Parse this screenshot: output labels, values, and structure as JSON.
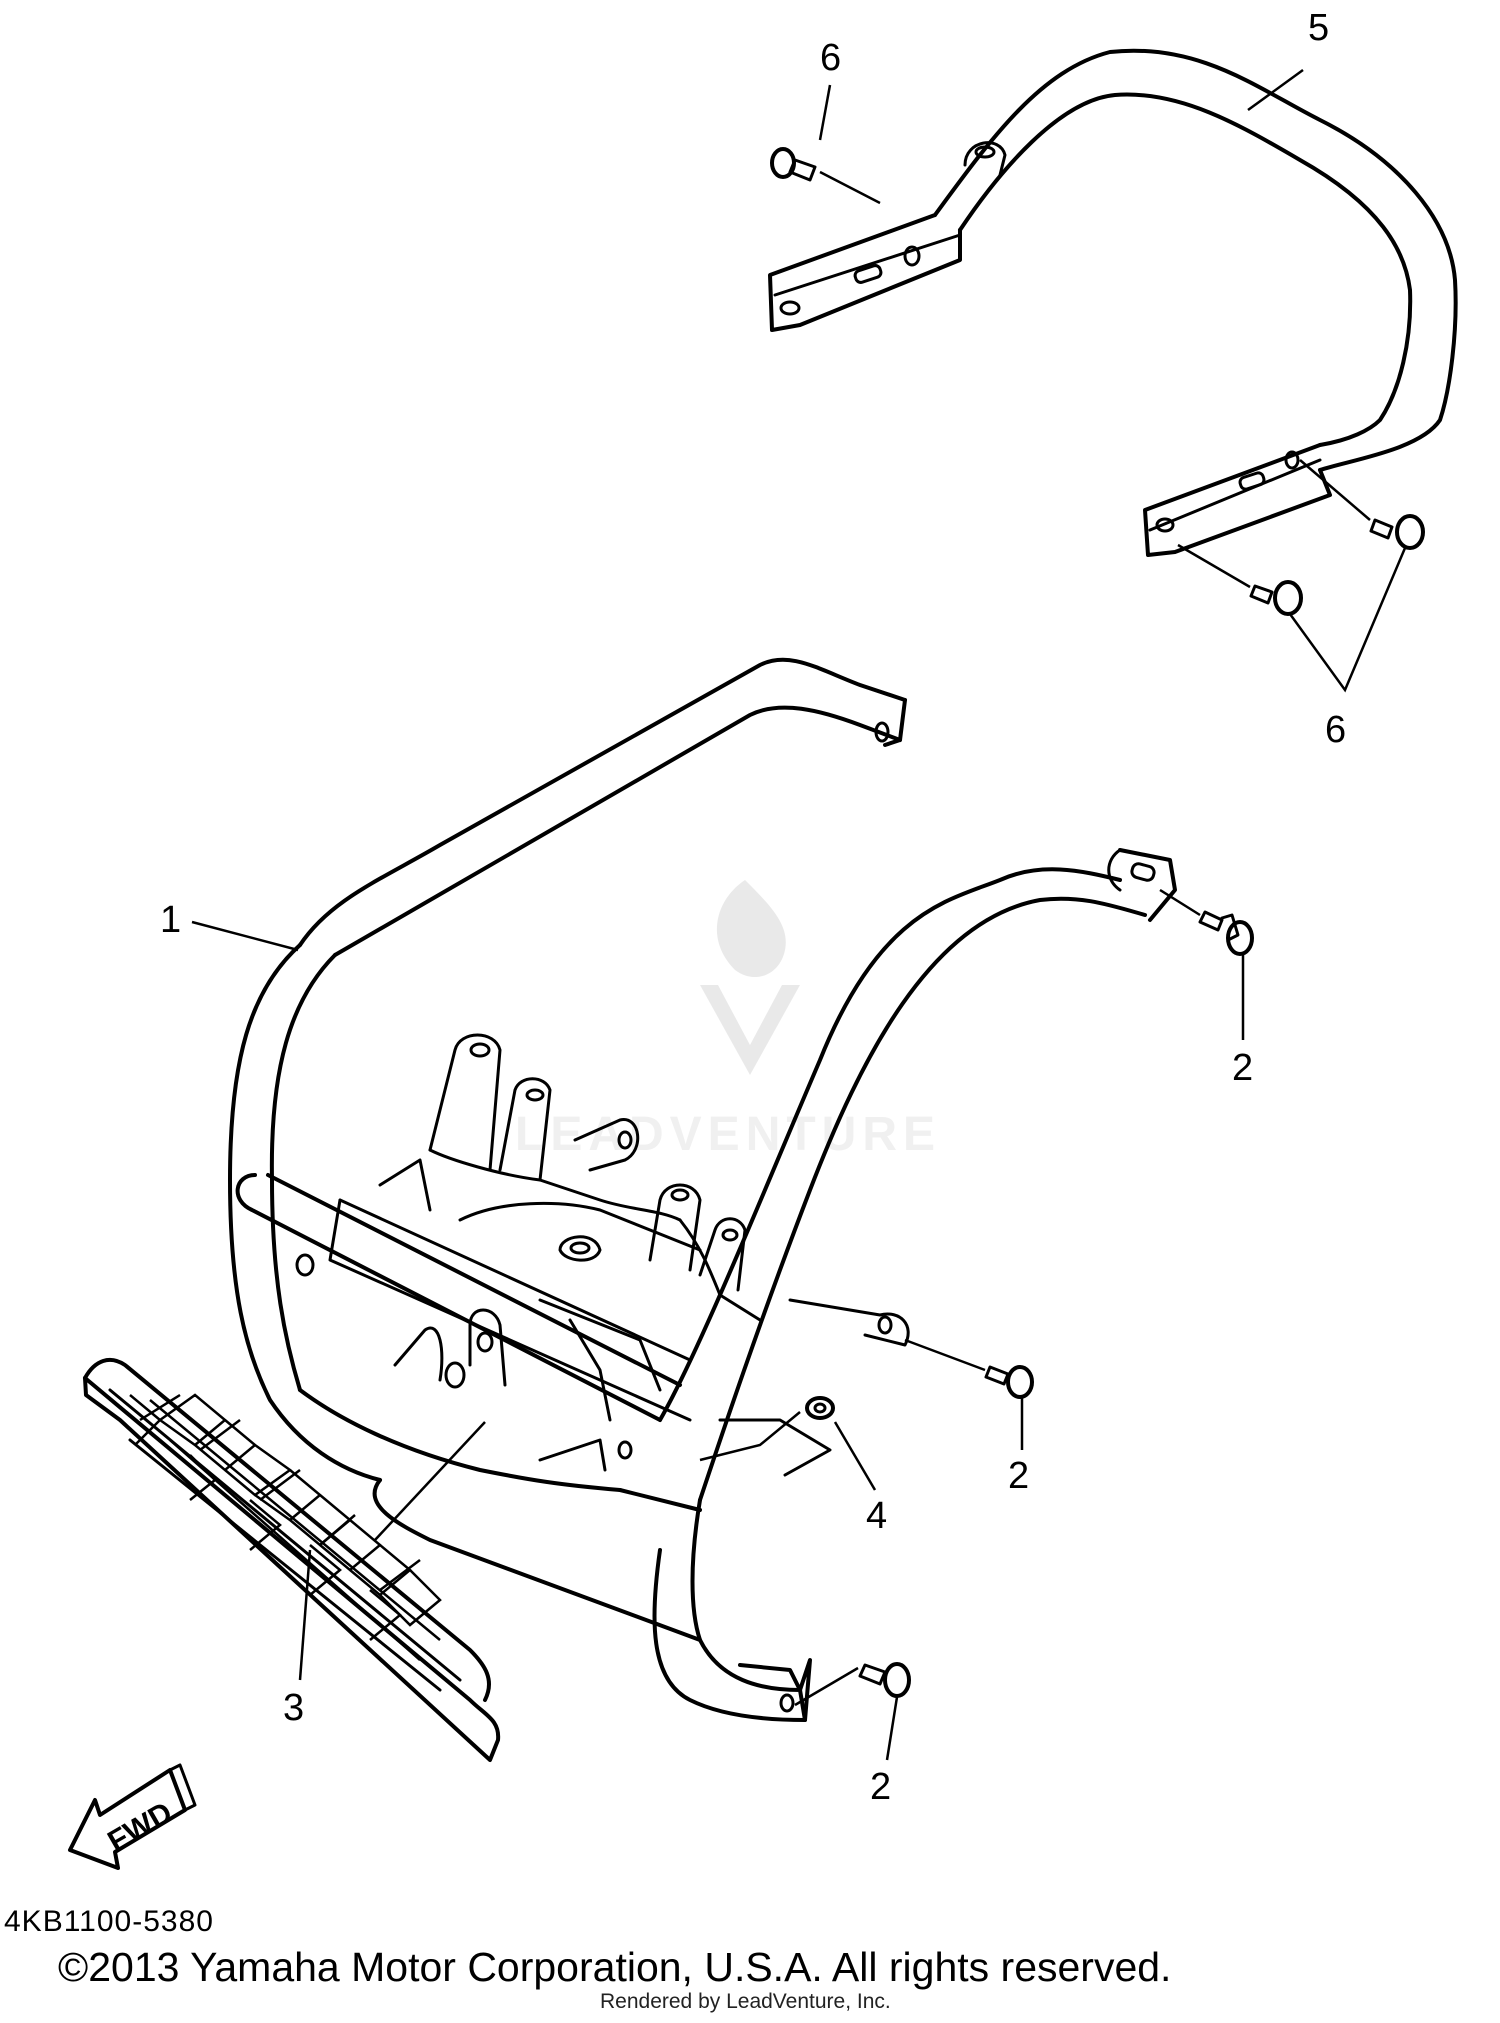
{
  "callouts": {
    "c1": "1",
    "c2a": "2",
    "c2b": "2",
    "c2c": "2",
    "c3": "3",
    "c4": "4",
    "c5": "5",
    "c6a": "6",
    "c6b": "6"
  },
  "fwd_label": "FWD",
  "drawing_code": "4KB1100-5380",
  "copyright": "©2013 Yamaha Motor Corporation, U.S.A. All rights reserved.",
  "rendered_by": "Rendered by LeadVenture, Inc.",
  "watermark": "LEADVENTURE"
}
